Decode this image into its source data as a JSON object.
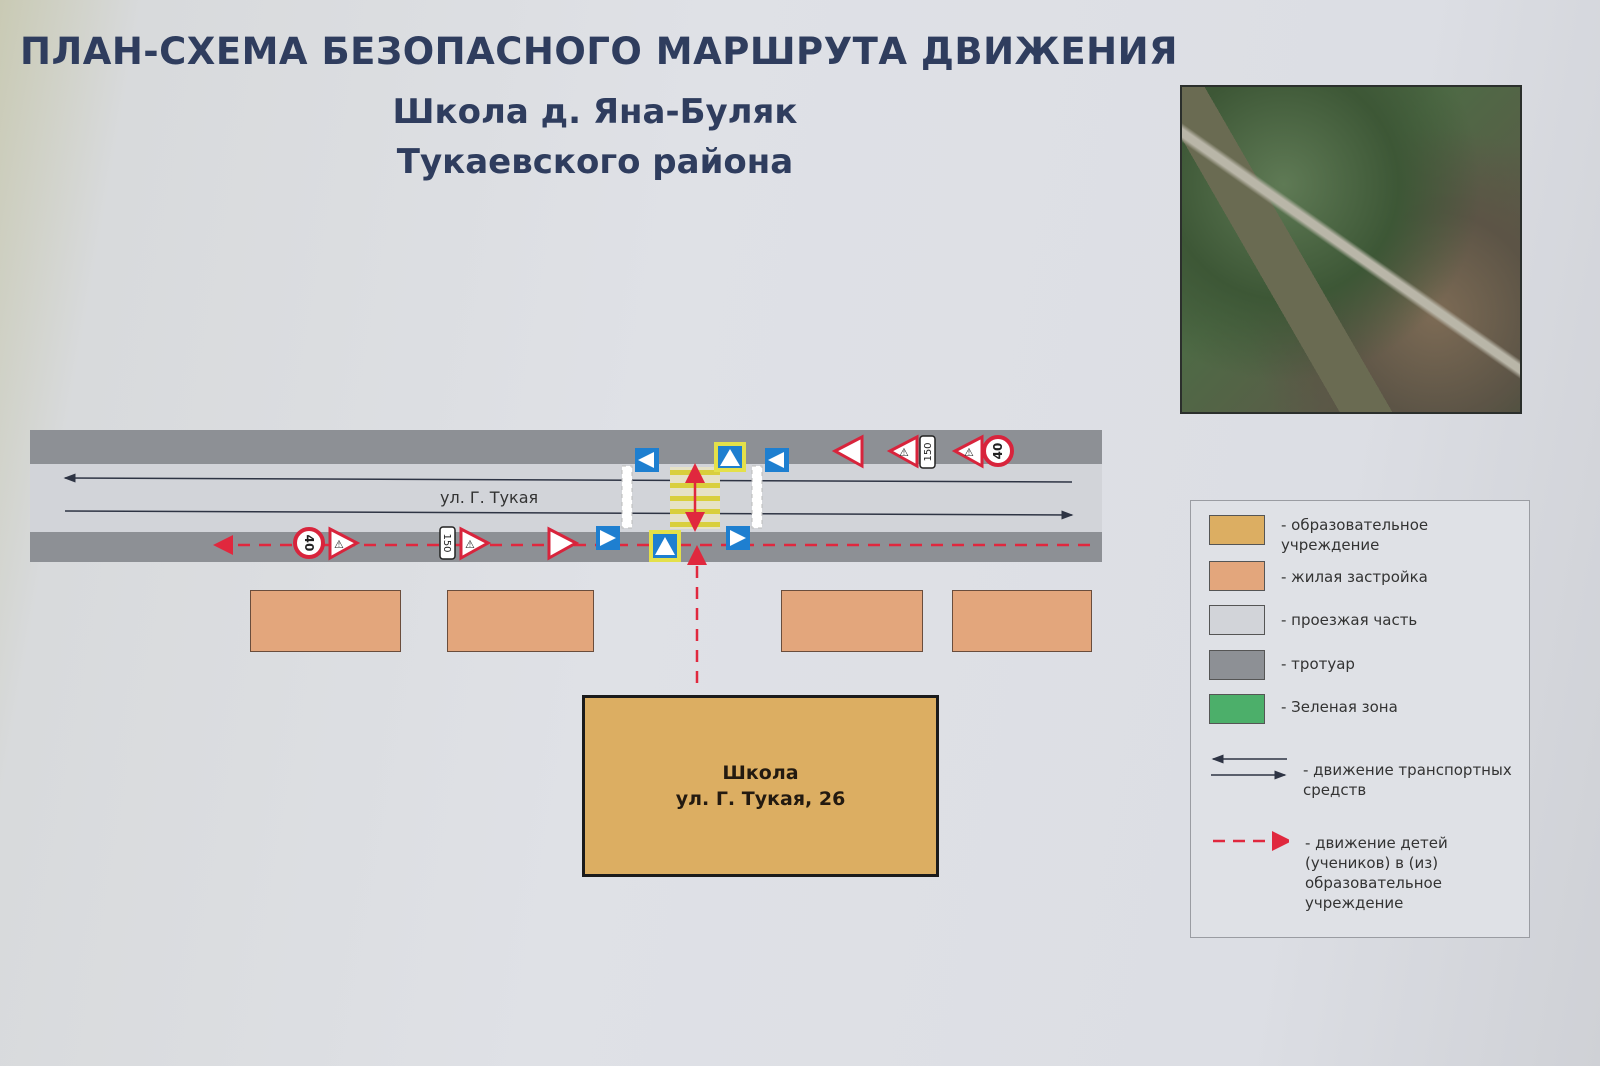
{
  "title": {
    "line1": "ПЛАН-СХЕМА БЕЗОПАСНОГО МАРШРУТА ДВИЖЕНИЯ",
    "line2": "Школа д. Яна-Буляк",
    "line3": "Тукаевского района"
  },
  "map": {
    "street_label": "ул. Г. Тукая",
    "school_name": "Школа",
    "school_address": "ул. Г. Тукая, 26",
    "signs": {
      "speed_limit": "40",
      "distance": "150"
    }
  },
  "legend": {
    "items": [
      {
        "color": "#dcae62",
        "label": "- образовательное учреждение"
      },
      {
        "color": "#e3a67c",
        "label": "- жилая застройка"
      },
      {
        "color": "#d2d4d9",
        "label": "- проезжая часть"
      },
      {
        "color": "#8d9095",
        "label": "- тротуар"
      },
      {
        "color": "#4caf6a",
        "label": "- Зеленая зона"
      }
    ],
    "traffic": "- движение транспортных средств",
    "children": "- движение детей (учеников) в (из) образовательное учреждение"
  }
}
